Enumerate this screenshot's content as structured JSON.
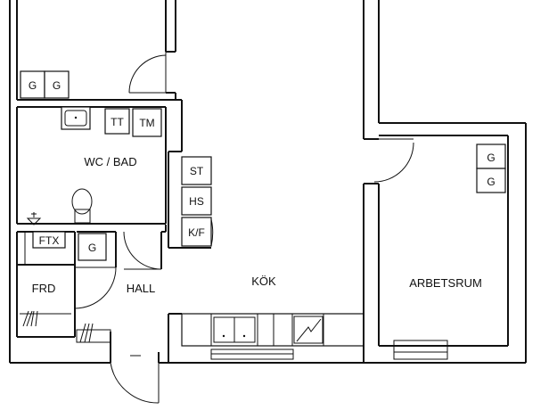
{
  "rooms": {
    "wc_bad": "WC / BAD",
    "frd": "FRD",
    "hall": "HALL",
    "kok": "KÖK",
    "arbetsrum": "ARBETSRUM"
  },
  "appliances": {
    "g": "G",
    "tt": "TT",
    "tm": "TM",
    "st": "ST",
    "hs": "HS",
    "kf": "K/F",
    "ftx": "FTX"
  }
}
